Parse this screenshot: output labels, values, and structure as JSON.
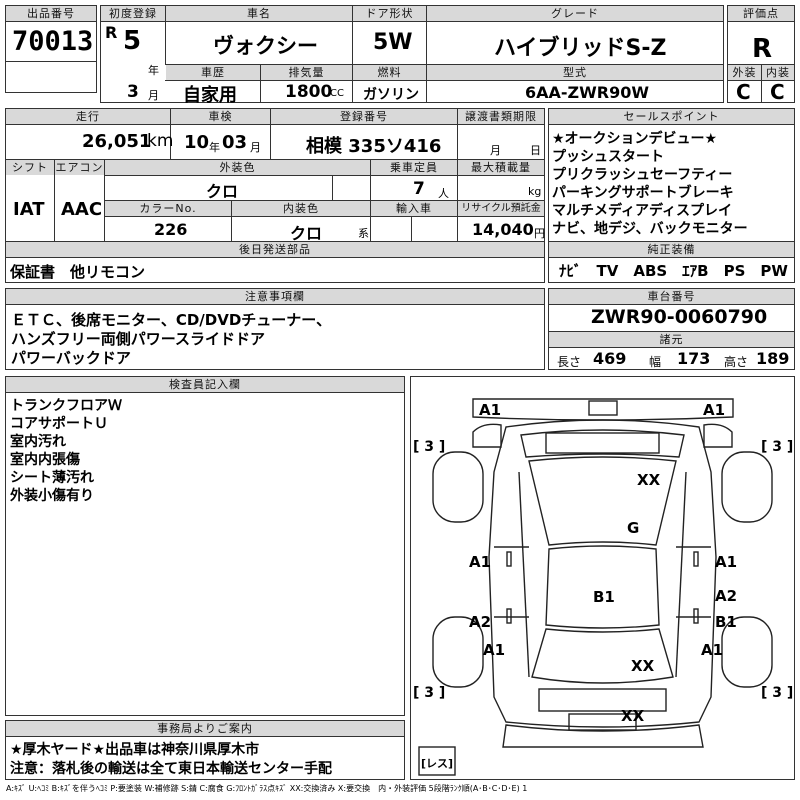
{
  "header": {
    "lot_label": "出品番号",
    "lot": "70013",
    "reg_label": "初度登録",
    "era": "R",
    "year": "5",
    "year_unit": "年",
    "month": "3",
    "month_unit": "月",
    "name_label": "車名",
    "name": "ヴォクシー",
    "door_label": "ドア形状",
    "door": "5W",
    "grade_label": "グレード",
    "grade": "ハイブリッドS-Z",
    "score_label": "評価点",
    "score": "R",
    "history_label": "車歴",
    "history": "自家用",
    "displacement_label": "排気量",
    "displacement": "1800",
    "displacement_unit": "CC",
    "fuel_label": "燃料",
    "fuel": "ガソリン",
    "model_label": "型式",
    "model": "6AA-ZWR90W",
    "ext_label": "外装",
    "ext": "C",
    "int_label": "内装",
    "int": "C"
  },
  "row2": {
    "mileage_label": "走行",
    "mileage": "26,051",
    "mileage_unit": "km",
    "inspection_label": "車検",
    "insp_year": "10",
    "insp_year_unit": "年",
    "insp_month": "03",
    "insp_month_unit": "月",
    "plate_label": "登録番号",
    "plate": "相模 335ソ416",
    "transfer_label": "譲渡書類期限",
    "transfer_month": "月",
    "transfer_day": "日",
    "shift_label": "シフト",
    "shift": "IAT",
    "ac_label": "エアコン",
    "ac": "AAC",
    "color_label": "外装色",
    "color": "クロ",
    "capacity_label": "乗車定員",
    "capacity": "7",
    "capacity_unit": "人",
    "load_label": "最大積載量",
    "load_unit": "kg",
    "colorno_label": "カラーNo.",
    "colorno": "226",
    "intcolor_label": "内装色",
    "intcolor": "クロ",
    "intcolor_unit": "系",
    "import_label": "輸入車",
    "recycle_label": "リサイクル預託金",
    "recycle": "14,040",
    "recycle_unit": "円",
    "later_label": "後日発送部品",
    "later": "保証書　他リモコン"
  },
  "sales": {
    "label": "セールスポイント",
    "lines": [
      "★オークションデビュー★",
      "プッシュスタート",
      "プリクラッシュセーフティー",
      "パーキングサポートブレーキ",
      "マルチメディアディスプレイ",
      "ナビ、地デジ、バックモニター"
    ],
    "equip_label": "純正装備",
    "equip": "ﾅﾋﾞ　TV　ABS　ｴｱB　PS　PW"
  },
  "notes": {
    "label": "注意事項欄",
    "lines": [
      "ＥＴＣ、後席モニター、CD/DVDチューナー、",
      "ハンズフリー両側パワースライドドア",
      "パワーバックドア"
    ]
  },
  "chassis": {
    "label": "車台番号",
    "number": "ZWR90-0060790",
    "spec_label": "諸元",
    "len_label": "長さ",
    "len": "469",
    "width_label": "幅",
    "width": "173",
    "height_label": "高さ",
    "height": "189"
  },
  "inspector": {
    "label": "検査員記入欄",
    "lines": [
      "トランクフロアＷ",
      "コアサポートＵ",
      "室内汚れ",
      "室内内張傷",
      "シート薄汚れ",
      "外装小傷有り"
    ]
  },
  "office": {
    "label": "事務局よりご案内",
    "lines": [
      "★厚木ヤード★出品車は神奈川県厚木市",
      "注意：落札後の輸送は全て東日本輸送センター手配"
    ]
  },
  "diagram": {
    "front_left": "A1",
    "front_right": "A1",
    "tire_fl": "[ 3 ]",
    "tire_fr": "[ 3 ]",
    "tire_rl": "[ 3 ]",
    "tire_rr": "[ 3 ]",
    "windshield": "XX",
    "hood": "G",
    "left_front_door": "A1",
    "right_front_door": "A1",
    "roof": "B1",
    "left_rear_door": "A2",
    "right_rear_door_a": "A2",
    "right_rear_door_b": "B1",
    "left_rear": "A1",
    "right_rear": "A1",
    "rear_glass": "XX",
    "rear_bumper": "XX",
    "spare": "[レス]"
  },
  "legend": "A:ｷｽﾞ U:ﾍｺﾐ B:ｷｽﾞを伴うﾍｺﾐ P:要塗装 W:補修跡 S:錆 C:腐食 G:ﾌﾛﾝﾄｶﾞﾗｽ点ｷｽﾞ XX:交換済み X:要交換　内・外装評価 5段階ﾗﾝｸ順(A･B･C･D･E) 1"
}
